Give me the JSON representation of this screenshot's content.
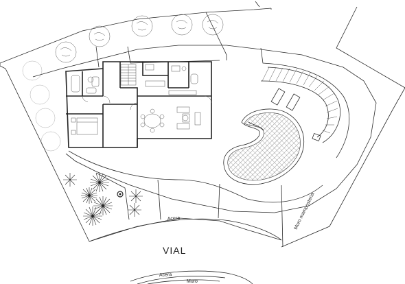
{
  "labels": {
    "road": "VIAL",
    "sidewalk_upper": "Acera",
    "sidewalk_lower": "Acera",
    "wall_lower": "Muro",
    "masonry_wall": "Muro mampostería"
  },
  "colors": {
    "line": "#2a2a2a",
    "background": "#ffffff"
  }
}
